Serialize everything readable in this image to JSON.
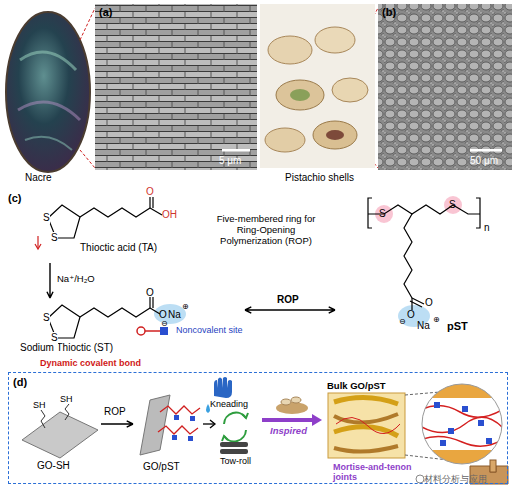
{
  "diagram": {
    "nodes": [
      {
        "text": [
          "(a)",
          "5 μm"
        ]
      },
      {
        "text": [
          "(b)",
          "50 μm"
        ]
      },
      {
        "text": [
          "Thioctic acid (TA)"
        ]
      },
      {
        "text": [
          "Sodium Thioctic (ST)"
        ]
      },
      {
        "text": [
          "pST"
        ]
      },
      {
        "text": [
          "(d)"
        ]
      },
      {
        "text": [
          "GO-SH"
        ],
        "in": 5
      },
      {
        "text": [
          "GO/pST"
        ],
        "in": 5
      },
      {
        "text": [
          "Bulk GO/pST"
        ],
        "in": 5
      }
    ],
    "edges": [
      {
        "from": 2,
        "to": 3,
        "label": "Na⁺/H₂O",
        "arrow": "to"
      },
      {
        "from": 3,
        "to": 4,
        "label": "ROP",
        "arrow": "both"
      },
      {
        "from": 6,
        "to": 7,
        "label": "ROP",
        "arrow": "to"
      }
    ],
    "labels": [
      "Nacre",
      "Pistachio shells",
      "(c)",
      "Five-membered ring for Ring-Opening Polymerization (ROP)",
      "Noncovalent site",
      "Dynamic covalent bond",
      "S",
      "S",
      "O",
      "OH",
      "S",
      "S",
      "O",
      "O",
      "Na",
      "⊕",
      "⊖",
      "S",
      "S",
      "n",
      "O",
      "O",
      "Na",
      "⊖",
      "⊕",
      "SH",
      "SH",
      "Kneading",
      "Tow-roll",
      "Inspired",
      "Mortise-and-tenon joints",
      "材料分析与应用"
    ]
  }
}
